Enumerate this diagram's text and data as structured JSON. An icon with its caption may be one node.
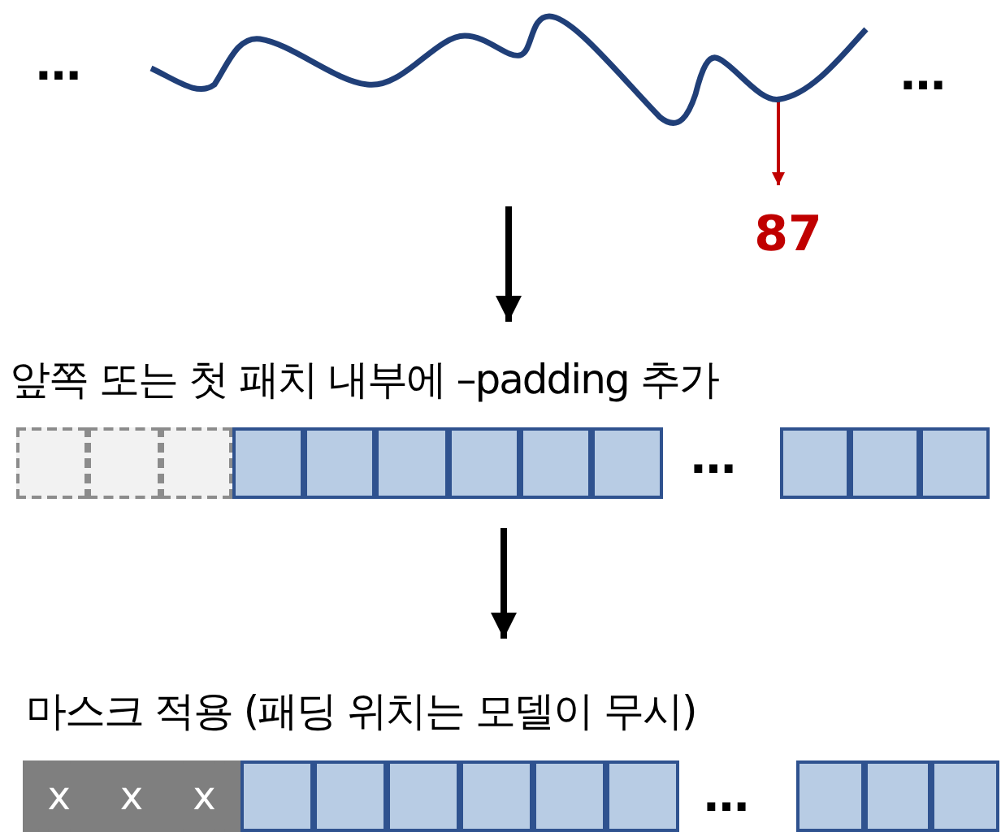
{
  "diagram": {
    "nodes": [
      {
        "text": [],
        "shape": "picture",
        "beside": [
          "…",
          "…"
        ]
      },
      {
        "text": [
          "87"
        ]
      },
      {
        "text": [
          "앞쪽 또는 첫 패치 내부에 –padding 추가"
        ]
      },
      {
        "text": [],
        "shape": "box"
      },
      {
        "text": [],
        "shape": "box"
      },
      {
        "text": [],
        "shape": "box"
      },
      {
        "text": [],
        "shape": "box"
      },
      {
        "text": [],
        "shape": "box"
      },
      {
        "text": [],
        "shape": "box"
      },
      {
        "text": [],
        "shape": "box"
      },
      {
        "text": [],
        "shape": "box"
      },
      {
        "text": [],
        "shape": "box"
      },
      {
        "text": [],
        "shape": "box"
      },
      {
        "text": [],
        "shape": "box"
      },
      {
        "text": [],
        "shape": "box"
      },
      {
        "text": [
          "마스크 적용 (패딩 위치는 모델이 무시)"
        ]
      },
      {
        "text": [
          "x"
        ]
      },
      {
        "text": [
          "x"
        ]
      },
      {
        "text": [
          "x"
        ]
      },
      {
        "text": [],
        "shape": "box"
      },
      {
        "text": [],
        "shape": "box"
      },
      {
        "text": [],
        "shape": "box"
      },
      {
        "text": [],
        "shape": "box"
      },
      {
        "text": [],
        "shape": "box"
      },
      {
        "text": [],
        "shape": "box"
      },
      {
        "text": [],
        "shape": "box"
      },
      {
        "text": [],
        "shape": "box"
      },
      {
        "text": [],
        "shape": "box"
      }
    ],
    "edges": [
      {
        "from": 0,
        "to": 1,
        "arrow": "to",
        "color": "#c00000"
      },
      {
        "from": 0,
        "to": 2,
        "arrow": "to"
      },
      {
        "from": 9,
        "to": 15,
        "arrow": "to"
      }
    ],
    "labels": [
      "…",
      "…"
    ]
  }
}
